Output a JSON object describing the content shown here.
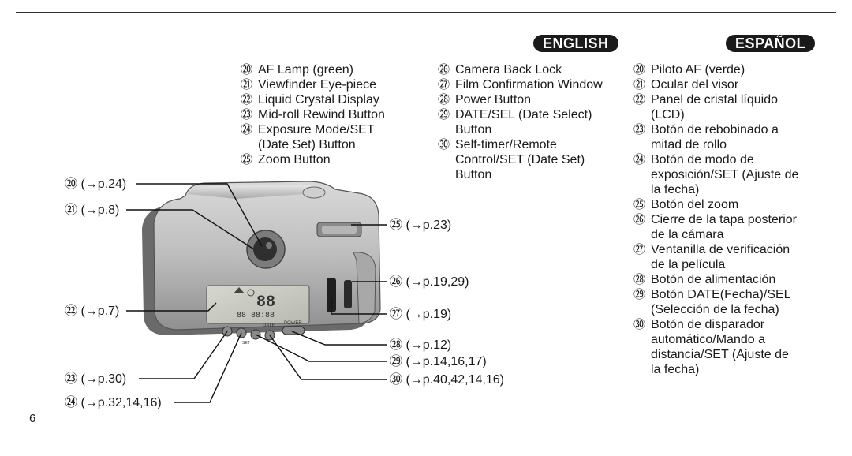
{
  "header": {
    "english_label": "ENGLISH",
    "spanish_label": "ESPAÑOL"
  },
  "english_left": [
    {
      "num": "⑳",
      "text": "AF Lamp (green)"
    },
    {
      "num": "㉑",
      "text": "Viewfinder Eye-piece"
    },
    {
      "num": "㉒",
      "text": "Liquid Crystal Display"
    },
    {
      "num": "㉓",
      "text": "Mid-roll Rewind Button"
    },
    {
      "num": "㉔",
      "text": "Exposure Mode/SET (Date Set) Button"
    },
    {
      "num": "㉕",
      "text": "Zoom Button"
    }
  ],
  "english_right": [
    {
      "num": "㉖",
      "text": "Camera Back Lock"
    },
    {
      "num": "㉗",
      "text": "Film Confirmation Window"
    },
    {
      "num": "㉘",
      "text": "Power Button"
    },
    {
      "num": "㉙",
      "text": "DATE/SEL (Date Select) Button"
    },
    {
      "num": "㉚",
      "text": "Self-timer/Remote Control/SET (Date Set) Button"
    }
  ],
  "spanish": [
    {
      "num": "⑳",
      "text": "Piloto AF (verde)"
    },
    {
      "num": "㉑",
      "text": "Ocular del visor"
    },
    {
      "num": "㉒",
      "text": "Panel de cristal líquido (LCD)"
    },
    {
      "num": "㉓",
      "text": "Botón de rebobinado a mitad de rollo"
    },
    {
      "num": "㉔",
      "text": "Botón de modo de exposición/SET (Ajuste de la fecha)"
    },
    {
      "num": "㉕",
      "text": "Botón del zoom"
    },
    {
      "num": "㉖",
      "text": "Cierre de la tapa posterior de la cámara"
    },
    {
      "num": "㉗",
      "text": "Ventanilla de verificación de la película"
    },
    {
      "num": "㉘",
      "text": "Botón de alimentación"
    },
    {
      "num": "㉙",
      "text": "Botón DATE(Fecha)/SEL (Selección de la fecha)"
    },
    {
      "num": "㉚",
      "text": "Botón de disparador automático/Mando a distancia/SET (Ajuste de la fecha)"
    }
  ],
  "callouts": {
    "c20": "⑳ (→p.24)",
    "c21": "㉑ (→p.8)",
    "c22": "㉒ (→p.7)",
    "c23": "㉓ (→p.30)",
    "c24": "㉔ (→p.32,14,16)",
    "c25": "㉕ (→p.23)",
    "c26": "㉖ (→p.19,29)",
    "c27": "㉗ (→p.19)",
    "c28": "㉘ (→p.12)",
    "c29": "㉙ (→p.14,16,17)",
    "c30": "㉚ (→p.40,42,14,16)"
  },
  "lcd": {
    "digits": "88",
    "date": "88 88:88",
    "label_date": "DATE",
    "label_power": "POWER",
    "label_set": "SET"
  },
  "page_number": "6"
}
